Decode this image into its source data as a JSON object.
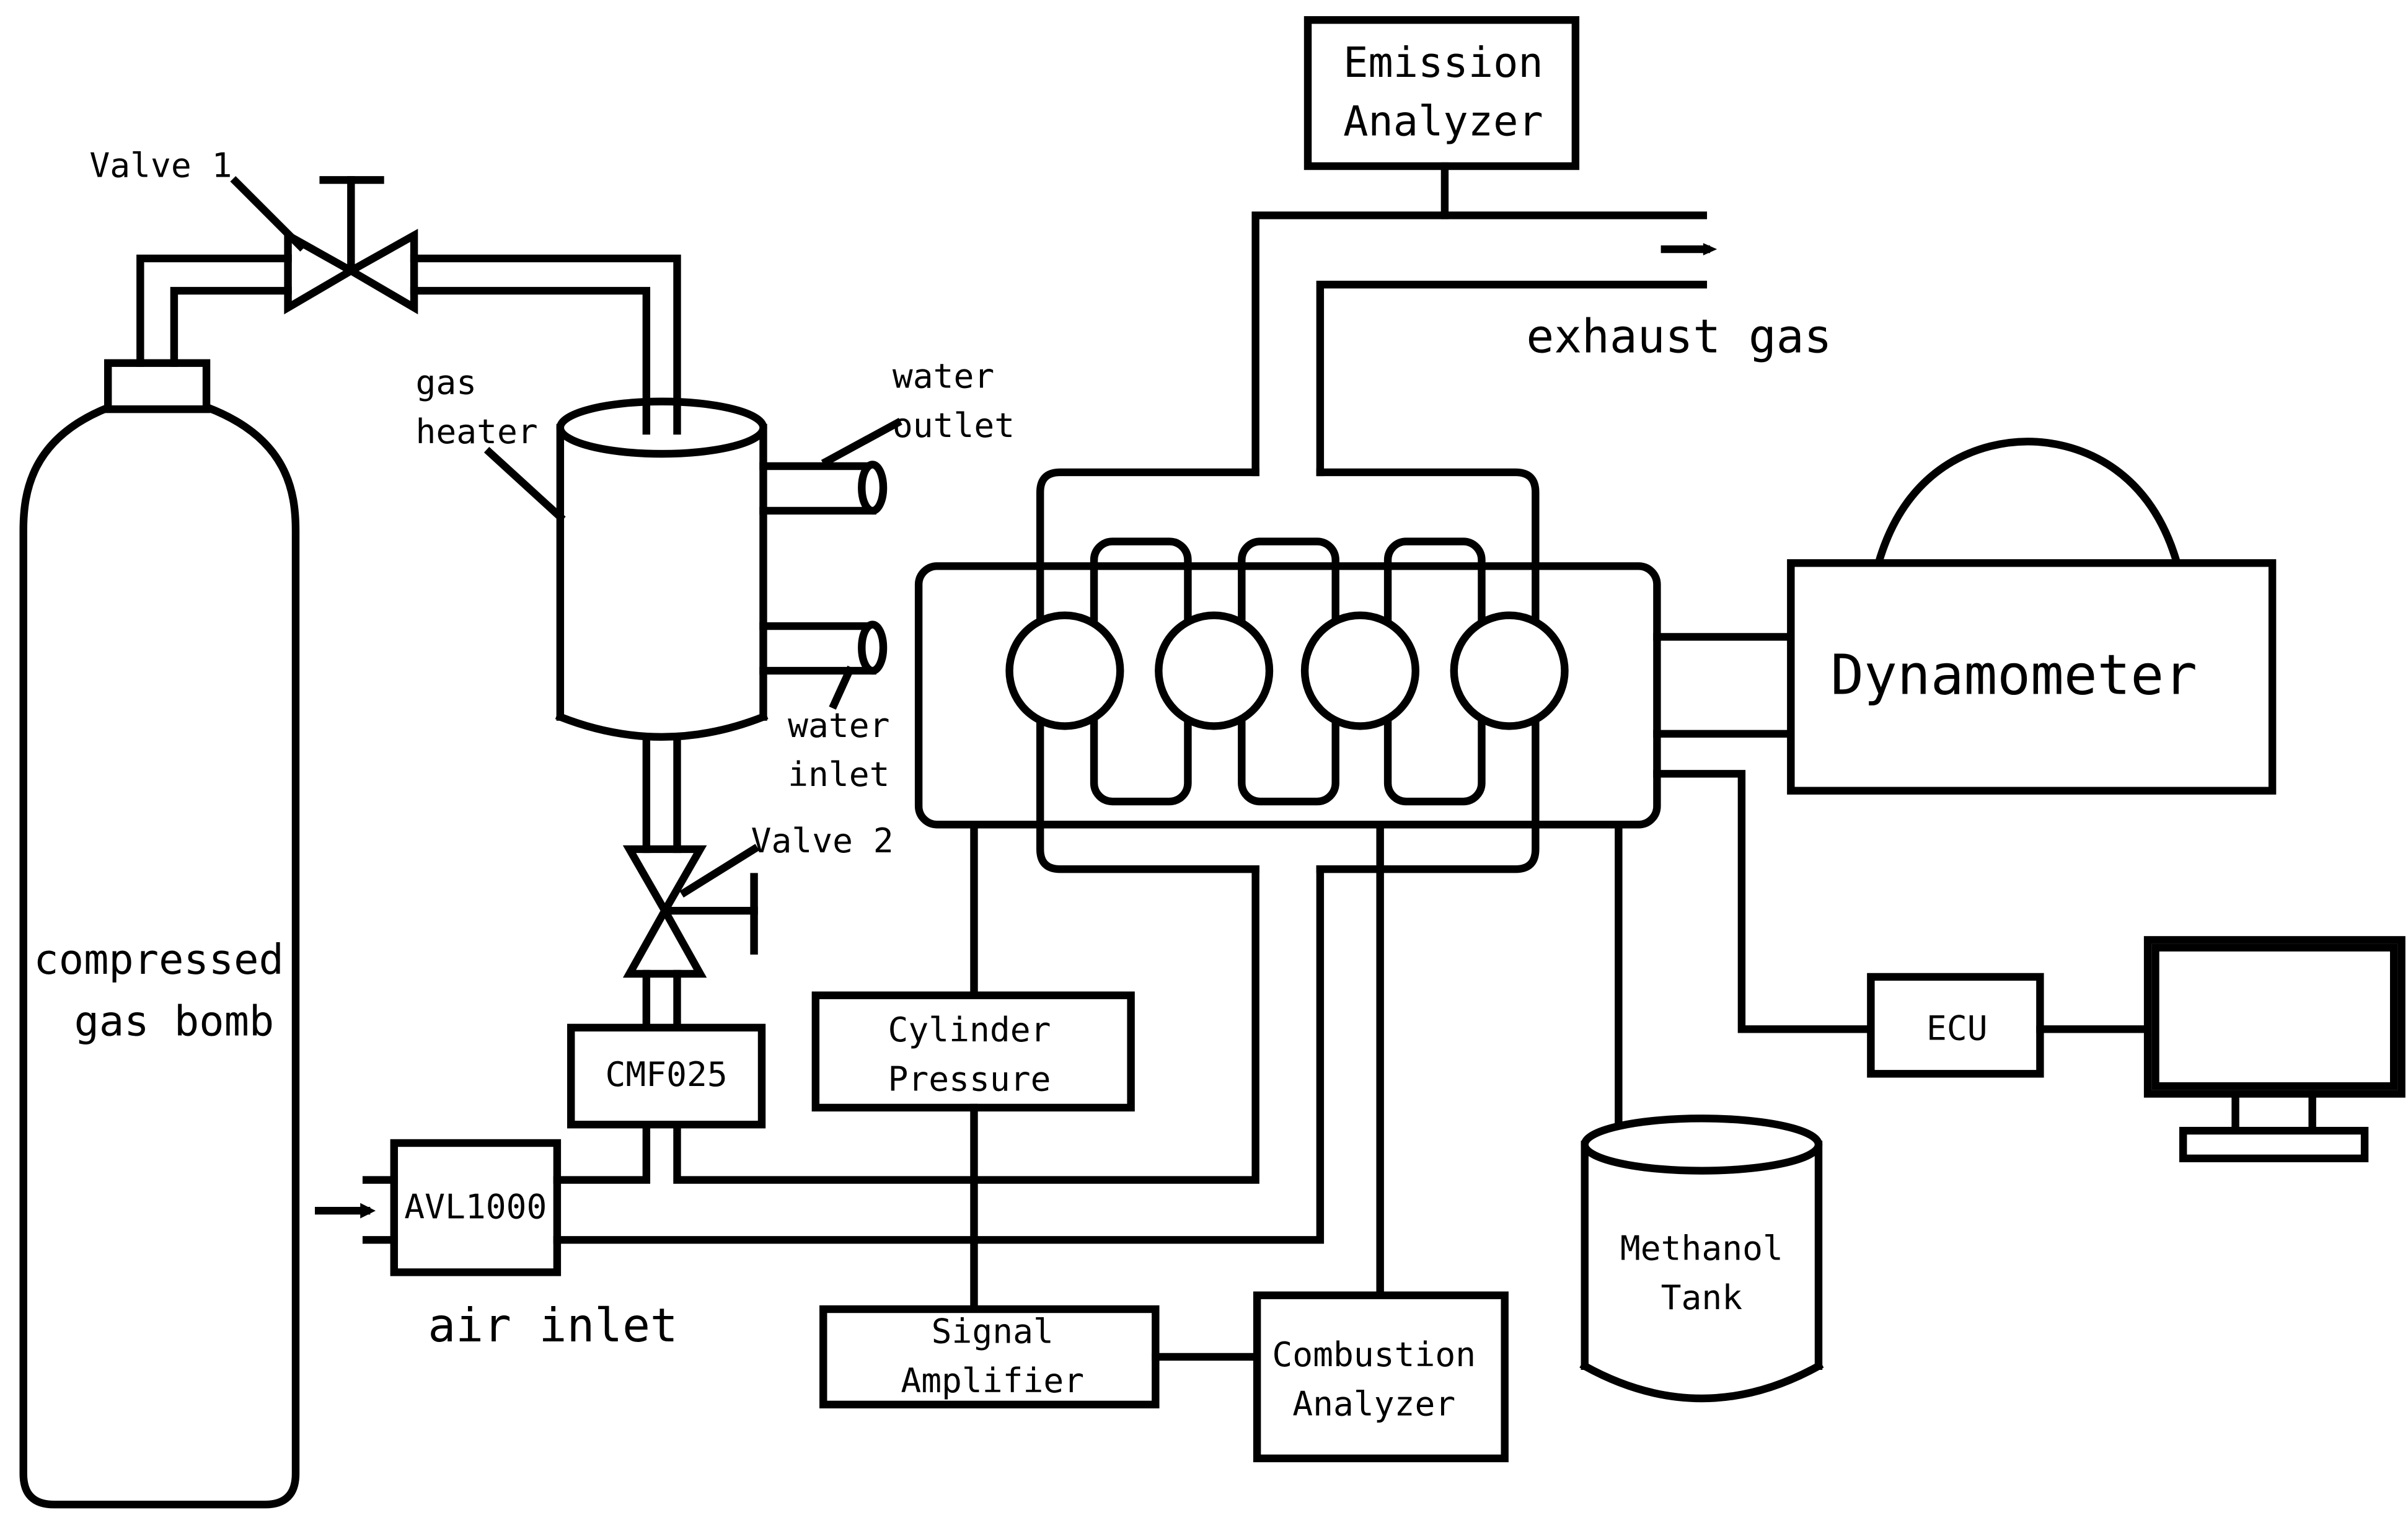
{
  "diagram": {
    "colors": {
      "stroke": "#000000",
      "background": "#ffffff"
    },
    "labels": {
      "emission_analyzer": [
        "Emission",
        "Analyzer"
      ],
      "exhaust_gas": "exhaust gas",
      "valve_1": "Valve 1",
      "gas_heater": [
        "gas",
        "heater"
      ],
      "water_outlet": [
        "water",
        "outlet"
      ],
      "water_inlet": [
        "water",
        "inlet"
      ],
      "valve_2": "Valve 2",
      "compressed_gas_bomb": [
        "compressed",
        "gas bomb"
      ],
      "cmf025": "CMF025",
      "avl1000": "AVL1000",
      "air_inlet": "air inlet",
      "cylinder_pressure": [
        "Cylinder",
        "Pressure"
      ],
      "signal_amplifier": [
        "Signal",
        "Amplifier"
      ],
      "combustion_analyzer": [
        "Combustion",
        "Analyzer"
      ],
      "dynamometer": "Dynamometer",
      "ecu": "ECU",
      "methanol_tank": [
        "Methanol",
        "Tank"
      ]
    }
  }
}
